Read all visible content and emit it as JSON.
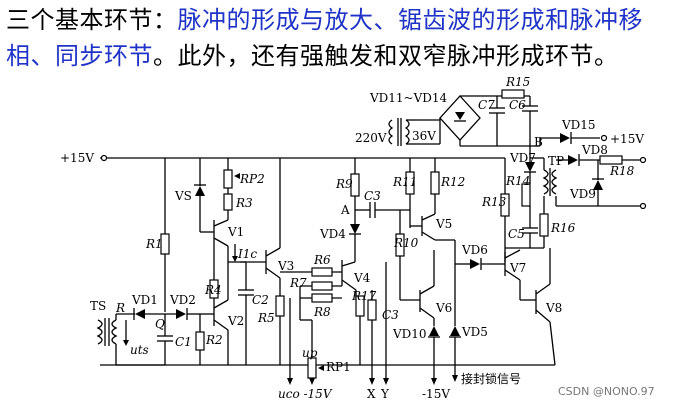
{
  "header": {
    "intro": "三个基本环节：",
    "blue1": "脉冲的形成与放大、锯齿波的形成和脉冲移相、同步环节",
    "mid": "。此外，还有强触发和双窄脉冲形成环节。"
  },
  "labels": {
    "plus15_left": "+15V",
    "plus15_right": "+15V",
    "minus15_bottom": "-15V",
    "ac220": "220V",
    "ac36": "36V",
    "vd11_14": "VD11~VD14",
    "r15": "R15",
    "c7": "C7",
    "c6": "C6",
    "node_b": "B",
    "vd15": "VD15",
    "vd7": "VD7",
    "vd8": "VD8",
    "tp": "TP",
    "r18": "R18",
    "r14": "R14",
    "vd9": "VD9",
    "r13": "R13",
    "r16": "R16",
    "c5": "C5",
    "vd6": "VD6",
    "v7": "V7",
    "v8": "V8",
    "r9": "R9",
    "c3": "C3",
    "node_a": "A",
    "vd4": "VD4",
    "r11": "R11",
    "r12": "R12",
    "v5": "V5",
    "r10": "R10",
    "c3b": "C3",
    "v6": "V6",
    "vd10": "VD10",
    "vd5": "VD5",
    "vs": "VS",
    "rp2": "RP2",
    "r3": "R3",
    "v1": "V1",
    "i1c": "I1c",
    "v3": "V3",
    "r6": "R6",
    "r7": "R7",
    "r8": "R8",
    "v4": "V4",
    "r17": "R17",
    "r1": "R1",
    "r4": "R4",
    "c2": "C2",
    "r5": "R5",
    "ts": "TS",
    "r_ts": "R",
    "vd1": "VD1",
    "vd2": "VD2",
    "q": "Q",
    "c1": "C1",
    "r2": "R2",
    "v2": "V2",
    "uts": "uts",
    "up": "up",
    "rp1": "RP1",
    "uco_m15": "uco -15V",
    "x": "X",
    "y": "Y",
    "lock_signal": "接封锁信号",
    "watermark": "CSDN @NONO.97"
  }
}
